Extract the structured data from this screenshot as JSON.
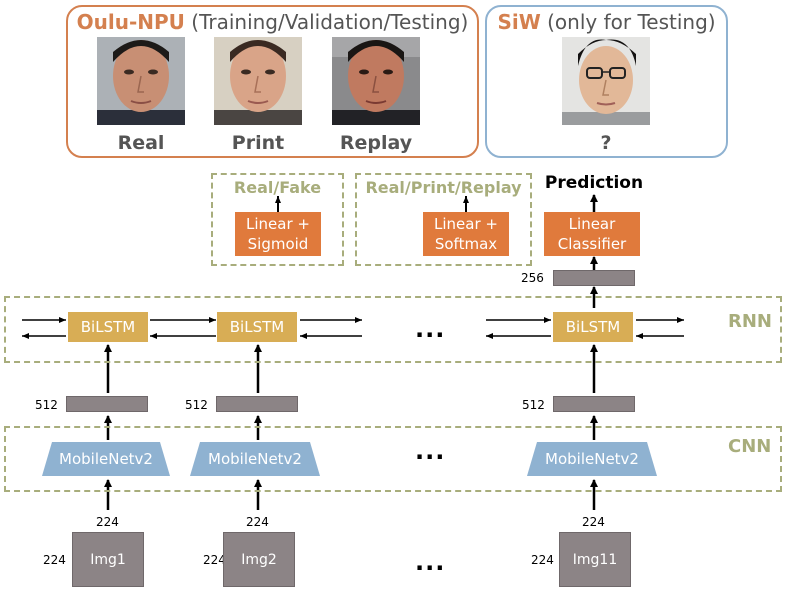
{
  "datasets": {
    "oulu": {
      "title": "Oulu-NPU",
      "subtitle": "(Training/Validation/Testing)",
      "faces": [
        {
          "label": "Real"
        },
        {
          "label": "Print"
        },
        {
          "label": "Replay"
        }
      ]
    },
    "siw": {
      "title": "SiW",
      "subtitle": "(only for Testing)",
      "faces": [
        {
          "label": "?"
        }
      ]
    }
  },
  "heads": {
    "binary": {
      "output": "Real/Fake",
      "line1": "Linear +",
      "line2": "Sigmoid"
    },
    "ternary": {
      "output": "Real/Print/Replay",
      "line1": "Linear +",
      "line2": "Softmax"
    },
    "prediction": {
      "output": "Prediction",
      "line1": "Linear",
      "line2": "Classifier",
      "dim": "256"
    }
  },
  "rnn": {
    "label": "RNN",
    "cell_label": "BiLSTM"
  },
  "cnn": {
    "label": "CNN",
    "block_label": "MobileNetv2",
    "feature_dim": "512"
  },
  "inputs": {
    "size_w": "224",
    "size_h": "224",
    "images": [
      "Img1",
      "Img2",
      "Img11"
    ]
  },
  "ellipsis": "..."
}
